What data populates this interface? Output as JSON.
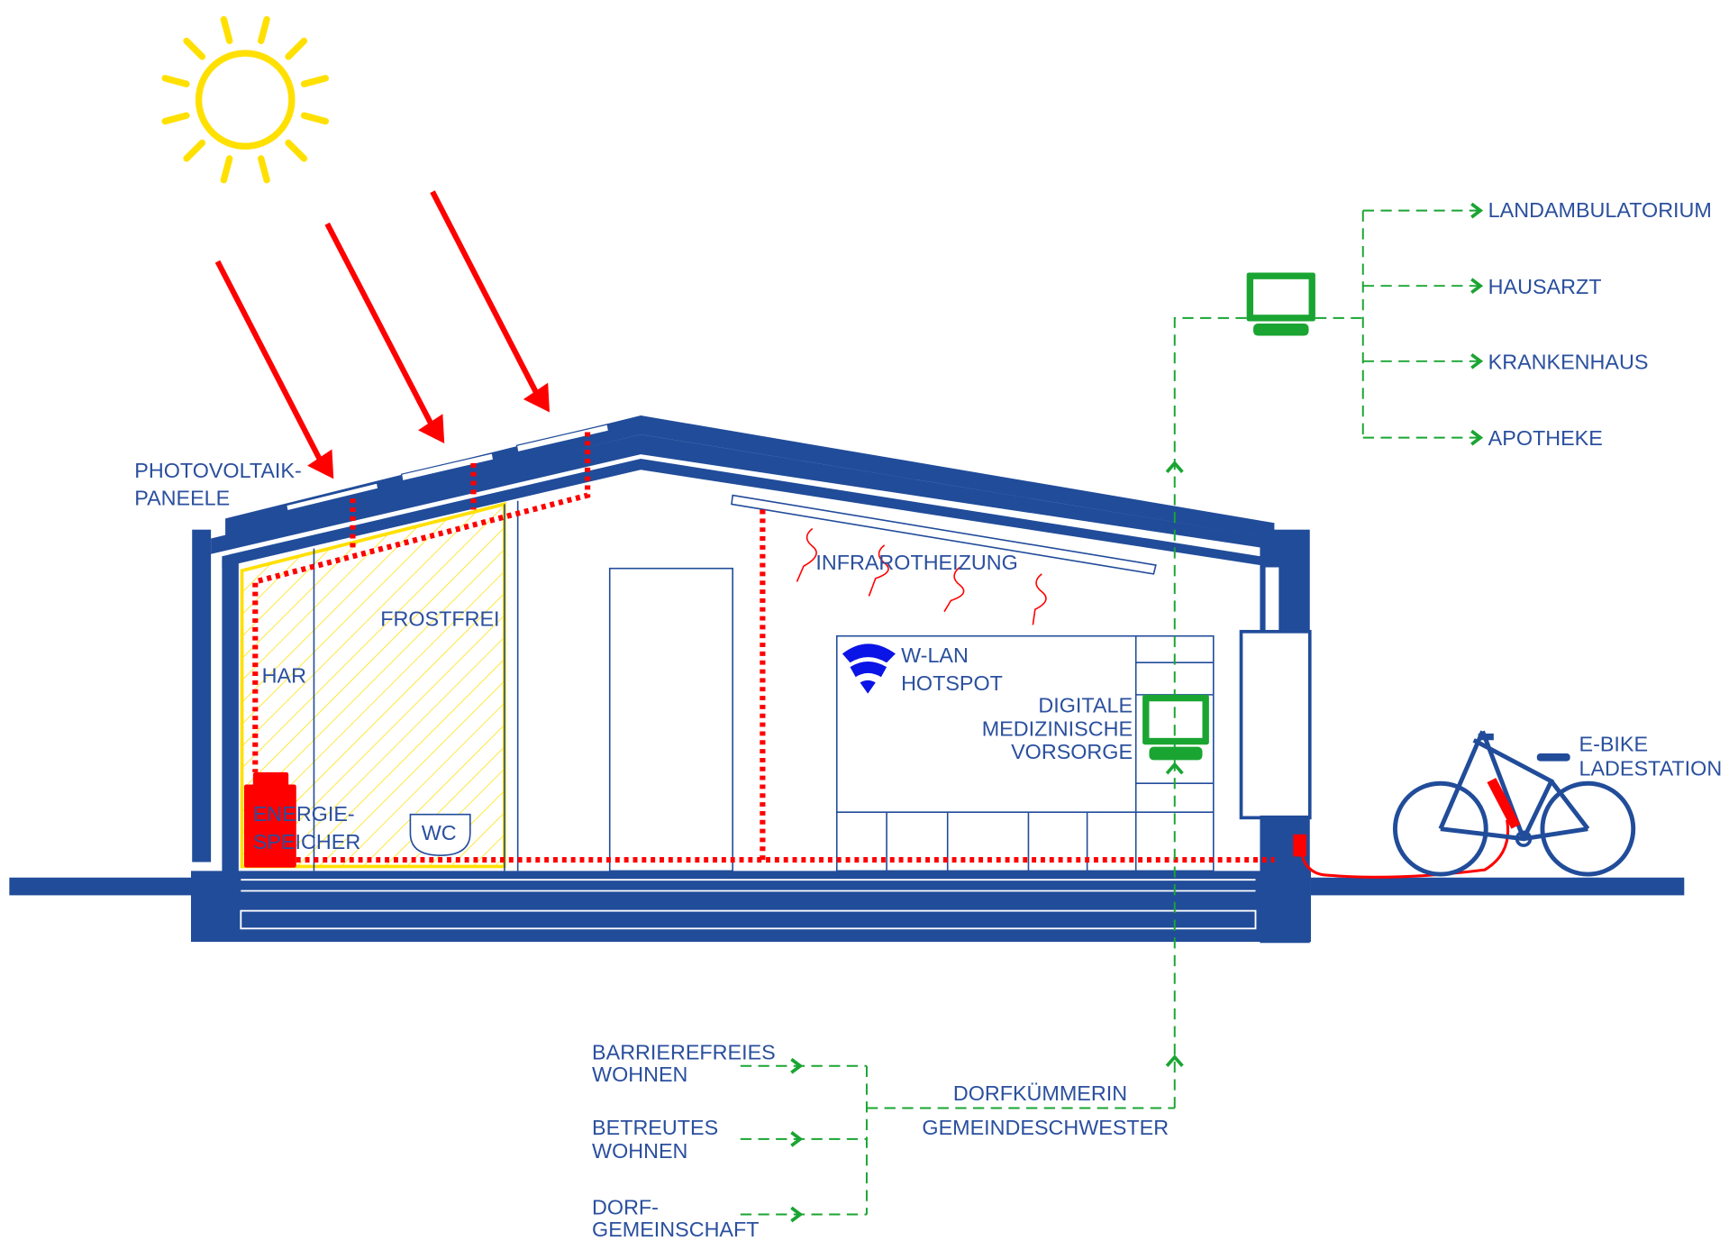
{
  "colors": {
    "structure": "#214c9a",
    "energy": "#ff0000",
    "network": "#1aa532",
    "sun": "#ffe000",
    "wifi": "#0a14e6"
  },
  "labels": {
    "pv_line1": "PHOTOVOLTAIK-",
    "pv_line2": "PANEELE",
    "frostfrei": "FROSTFREI",
    "har": "HAR",
    "energy_line1": "ENERGIE-",
    "energy_line2": "SPEICHER",
    "wc": "WC",
    "infrared": "INFRAROTHEIZUNG",
    "wlan_line1": "W-LAN",
    "wlan_line2": "HOTSPOT",
    "digital_line1": "DIGITALE",
    "digital_line2": "MEDIZINISCHE",
    "digital_line3": "VORSORGE",
    "ebike_line1": "E-BIKE",
    "ebike_line2": "LADESTATION"
  },
  "network_targets": [
    "LANDAMBULATORIUM",
    "HAUSARZT",
    "KRANKENHAUS",
    "APOTHEKE"
  ],
  "community": {
    "sources": [
      {
        "line1": "BARRIEREFREIES",
        "line2": "WOHNEN"
      },
      {
        "line1": "BETREUTES",
        "line2": "WOHNEN"
      },
      {
        "line1": "DORF-",
        "line2": "GEMEINSCHAFT"
      }
    ],
    "hub_line1": "DORFKÜMMERIN",
    "hub_line2": "GEMEINDESCHWESTER"
  }
}
